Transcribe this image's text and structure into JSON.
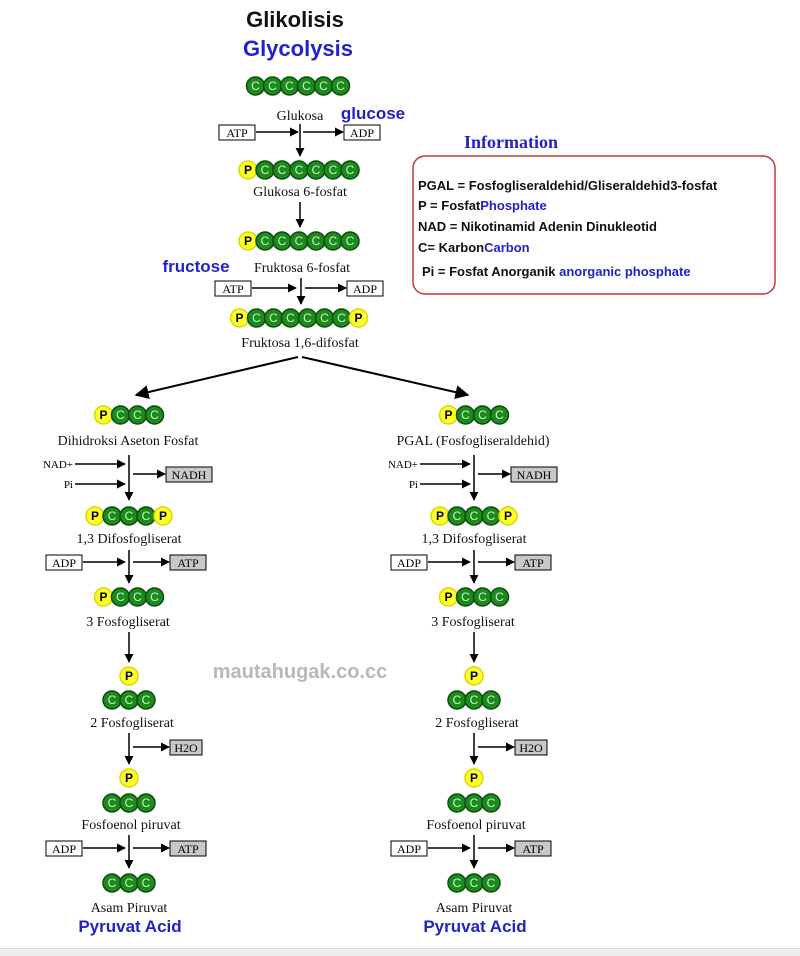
{
  "title": {
    "main": "Glikolisis",
    "english": "Glycolysis"
  },
  "colors": {
    "carbon_fill": "#1d8a1d",
    "carbon_ring": "#0b4e0b",
    "phosphate_fill": "#ffff2a",
    "phosphate_ring": "#d8d800",
    "english_text": "#2222c8",
    "info_border": "#c03838",
    "watermark": "#b8b8b8",
    "gray_box": "#c8c8c8"
  },
  "glyphs": {
    "carbon": "C",
    "phosphate": "P"
  },
  "top": {
    "glucose": {
      "label": "Glukosa",
      "english": "glucose"
    },
    "step1": {
      "input": "ATP",
      "output": "ADP"
    },
    "g6p": {
      "label": "Glukosa 6-fosfat"
    },
    "f6p": {
      "label": "Fruktosa 6-fosfat",
      "english": "fructose"
    },
    "step3": {
      "input": "ATP",
      "output": "ADP"
    },
    "f16bp": {
      "label": "Fruktosa 1,6-difosfat"
    }
  },
  "branches": [
    {
      "start_label": "Dihidroksi Aseton Fosfat",
      "cofactor_in_1": "NAD+",
      "cofactor_in_2": "Pi",
      "cofactor_out": "NADH",
      "bpg_label": "1,3 Difosfogliserat",
      "atp_step_1": {
        "input": "ADP",
        "output": "ATP"
      },
      "pg3_label": "3 Fosfogliserat",
      "pg2_label": "2 Fosfogliserat",
      "water_out": "H2O",
      "pep_label": "Fosfoenol piruvat",
      "atp_step_2": {
        "input": "ADP",
        "output": "ATP"
      },
      "end_label": "Asam Piruvat",
      "end_english": "Pyruvat Acid"
    },
    {
      "start_label": "PGAL (Fosfogliseraldehid)",
      "cofactor_in_1": "NAD+",
      "cofactor_in_2": "Pi",
      "cofactor_out": "NADH",
      "bpg_label": "1,3 Difosfogliserat",
      "atp_step_1": {
        "input": "ADP",
        "output": "ATP"
      },
      "pg3_label": "3 Fosfogliserat",
      "pg2_label": "2 Fosfogliserat",
      "water_out": "H2O",
      "pep_label": "Fosfoenol piruvat",
      "atp_step_2": {
        "input": "ADP",
        "output": "ATP"
      },
      "end_label": "Asam Piruvat",
      "end_english": "Pyruvat Acid"
    }
  ],
  "info": {
    "heading": "Information",
    "lines": [
      {
        "text": "PGAL = Fosfogliseraldehid/Gliseraldehid3-fosfat",
        "english": ""
      },
      {
        "text": "P = Fosfat",
        "english": "Phosphate"
      },
      {
        "text": "NAD   = Nikotinamid Adenin Dinukleotid",
        "english": ""
      },
      {
        "text": "C= Karbon",
        "english": "Carbon"
      },
      {
        "text": "Pi = Fosfat Anorganik",
        "english": "anorganic phosphate"
      }
    ]
  },
  "watermark": "mautahugak.co.cc"
}
